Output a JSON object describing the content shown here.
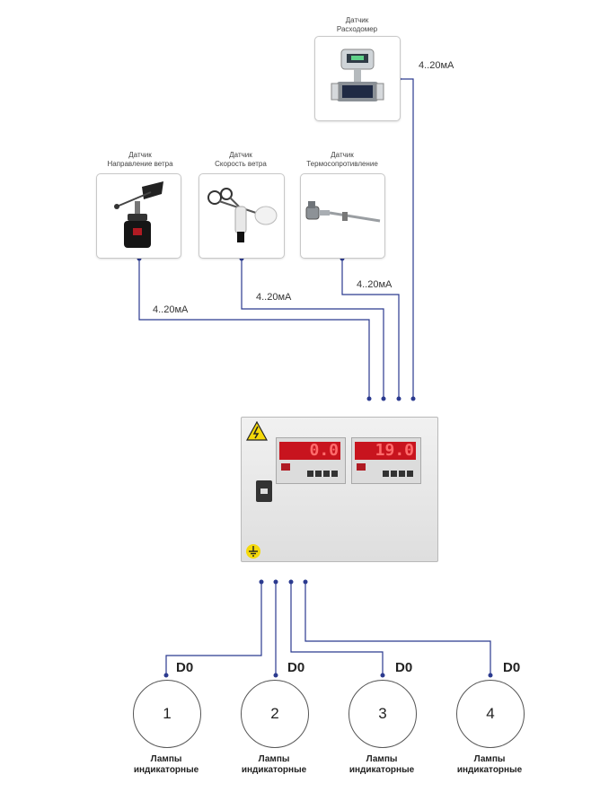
{
  "sensors": {
    "flowmeter": {
      "title": "Датчик",
      "subtitle": "Расходомер",
      "signal": "4..20мА"
    },
    "wind_dir": {
      "title": "Датчик",
      "subtitle": "Направление ветра",
      "signal": "4..20мА"
    },
    "wind_speed": {
      "title": "Датчик",
      "subtitle": "Скорость ветра",
      "signal": "4..20мА"
    },
    "thermo": {
      "title": "Датчик",
      "subtitle": "Термосопротивление",
      "signal": "4..20мА"
    }
  },
  "panel": {
    "display_left": "0.0",
    "display_right": "19.0"
  },
  "outputs": [
    {
      "label": "D0",
      "number": "1",
      "caption_line1": "Лампы",
      "caption_line2": "индикаторные"
    },
    {
      "label": "D0",
      "number": "2",
      "caption_line1": "Лампы",
      "caption_line2": "индикаторные"
    },
    {
      "label": "D0",
      "number": "3",
      "caption_line1": "Лампы",
      "caption_line2": "индикаторные"
    },
    {
      "label": "D0",
      "number": "4",
      "caption_line1": "Лампы",
      "caption_line2": "индикаторные"
    }
  ],
  "colors": {
    "wire": "#2b3a8f",
    "warning": "#f5d90a",
    "display": "#c8141e",
    "brand": "#b01b23"
  },
  "icons": [
    "high-voltage-warning-icon",
    "ground-icon",
    "lock-icon"
  ]
}
